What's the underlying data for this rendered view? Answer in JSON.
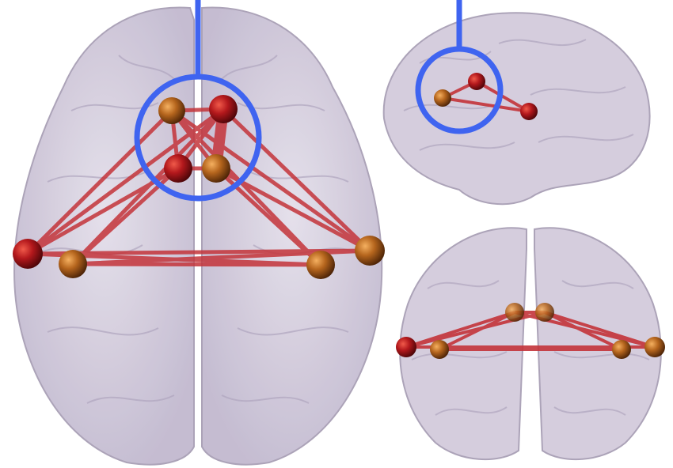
{
  "figure": {
    "views": [
      {
        "id": "axial",
        "label": ""
      },
      {
        "id": "sagittal",
        "label": ""
      },
      {
        "id": "coronal",
        "label": ""
      }
    ],
    "colors": {
      "brain_tissue": "#c9c1d4",
      "brain_outline": "#a89fb5",
      "edge": "#c4343a",
      "node_red": "#b3181c",
      "node_orange": "#b5651d",
      "highlight": "#3f64f0",
      "background": "#ffffff"
    },
    "network": {
      "node_count_axial": 8,
      "node_count_sagittal": 3,
      "node_count_coronal": 6
    }
  }
}
